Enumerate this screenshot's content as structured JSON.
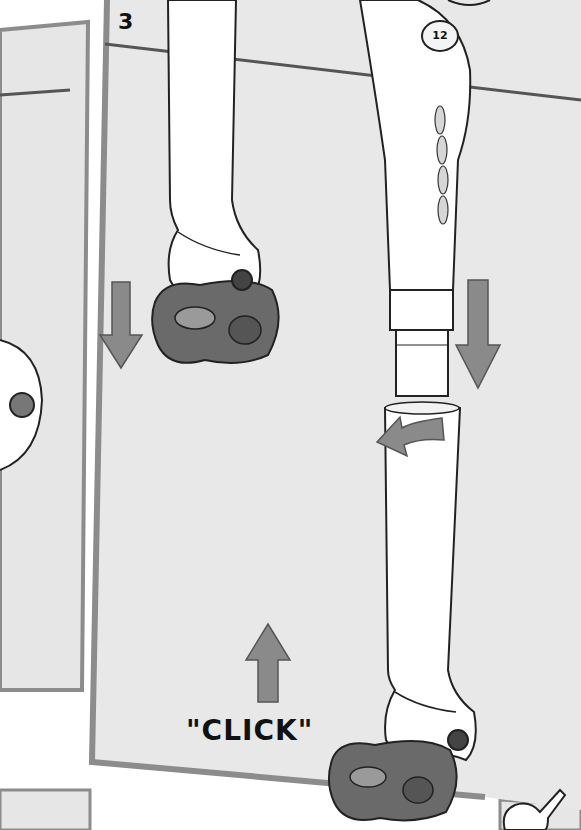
{
  "diagram": {
    "labels": [
      "3",
      "\"CLICK\"",
      "12"
    ]
  }
}
